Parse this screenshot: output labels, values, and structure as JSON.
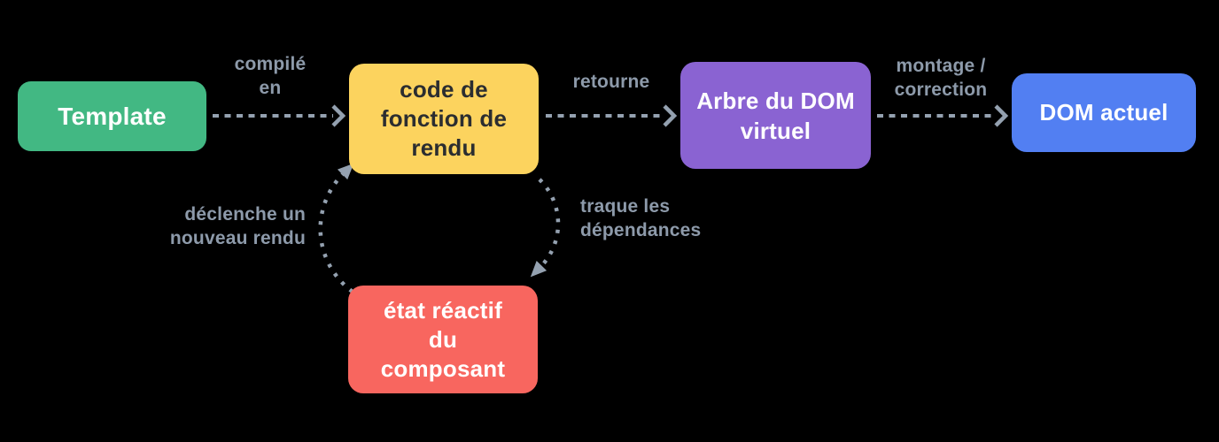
{
  "diagram": {
    "theme": {
      "bg": "#000000",
      "arrow": "#94a1b0",
      "label": "#8d9aaa"
    },
    "nodes": [
      {
        "id": "template",
        "label": "Template",
        "color": "#42b883",
        "text_color": "#ffffff"
      },
      {
        "id": "render-function-code",
        "label": "code de\nfonction de\nrendu",
        "color": "#fcd35e",
        "text_color": "#2b2d30"
      },
      {
        "id": "virtual-dom-tree",
        "label": "Arbre du DOM\nvirtuel",
        "color": "#8a63d2",
        "text_color": "#ffffff"
      },
      {
        "id": "actual-dom",
        "label": "DOM actuel",
        "color": "#527ff2",
        "text_color": "#ffffff"
      },
      {
        "id": "component-reactive-state",
        "label": "état réactif\ndu\ncomposant",
        "color": "#f8665f",
        "text_color": "#ffffff"
      }
    ],
    "edges": [
      {
        "from": "template",
        "to": "render-function-code",
        "label": "compilé\nen",
        "style": "dashed-chevron"
      },
      {
        "from": "render-function-code",
        "to": "virtual-dom-tree",
        "label": "retourne",
        "style": "dashed-chevron"
      },
      {
        "from": "virtual-dom-tree",
        "to": "actual-dom",
        "label": "montage /\ncorrection",
        "style": "dashed-chevron"
      },
      {
        "from": "render-function-code",
        "to": "component-reactive-state",
        "label": "traque les\ndépendances",
        "style": "dashed-curve-triangle"
      },
      {
        "from": "component-reactive-state",
        "to": "render-function-code",
        "label": "déclenche un\nnouveau rendu",
        "style": "dashed-curve-triangle"
      }
    ]
  }
}
